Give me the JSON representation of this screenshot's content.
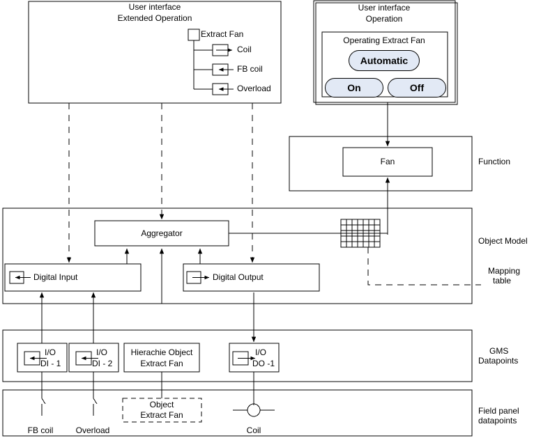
{
  "diagram": {
    "title": "Extract Fan object model layering diagram",
    "type": "block-diagram",
    "line_color": "#000000",
    "button_fill": "#e2e9f5"
  },
  "ui_extended": {
    "title_line1": "User interface",
    "title_line2": "Extended Operation",
    "tree": {
      "root_label": "Extract Fan",
      "children": [
        {
          "label": "Coil",
          "direction": "output",
          "icon": "output-arrow-icon"
        },
        {
          "label": "FB coil",
          "direction": "input",
          "icon": "input-arrow-icon"
        },
        {
          "label": "Overload",
          "direction": "input",
          "icon": "input-arrow-icon"
        }
      ]
    }
  },
  "ui_operation": {
    "title_line1": "User interface",
    "title_line2": "Operation",
    "group_label": "Operating Extract Fan",
    "buttons": [
      {
        "label": "Automatic"
      },
      {
        "label": "On"
      },
      {
        "label": "Off"
      }
    ]
  },
  "function_band": {
    "band_label": "Function",
    "box_label": "Fan"
  },
  "object_model": {
    "band_label": "Object Model",
    "mapping_label_line1": "Mapping",
    "mapping_label_line2": "table",
    "aggregator_label": "Aggregator",
    "digital_input_label": "Digital Input",
    "digital_output_label": "Digital Output",
    "mapping_grid": {
      "cols": 7,
      "rows": 5
    }
  },
  "gms_datapoints": {
    "band_label_line1": "GMS",
    "band_label_line2": "Datapoints",
    "items": [
      {
        "line1": "I/O",
        "line2": "DI - 1",
        "icon": "input-arrow-icon"
      },
      {
        "line1": "I/O",
        "line2": "DI - 2",
        "icon": "input-arrow-icon"
      },
      {
        "line1": "Hierachie Object",
        "line2": "Extract Fan",
        "icon": "none"
      },
      {
        "line1": "I/O",
        "line2": "DO -1",
        "icon": "output-arrow-icon"
      }
    ]
  },
  "field_panel": {
    "band_label_line1": "Field panel",
    "band_label_line2": "datapoints",
    "items": [
      {
        "label": "FB coil",
        "symbol": "contact-switch-icon"
      },
      {
        "label": "Overload",
        "symbol": "contact-switch-icon"
      },
      {
        "label": "",
        "symbol": "dashed-box",
        "box_line1": "Object",
        "box_line2": "Extract Fan"
      },
      {
        "label": "Coil",
        "symbol": "relay-coil-icon"
      }
    ]
  }
}
